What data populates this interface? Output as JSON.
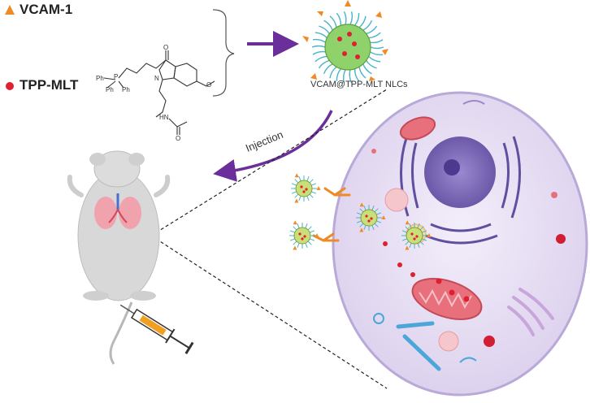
{
  "legend": {
    "vcam_label": "VCAM-1",
    "tpp_label": "TPP-MLT",
    "vcam_color": "#f08a24",
    "tpp_color": "#e0202e"
  },
  "chemistry": {
    "ph1": "Ph",
    "ph2": "Ph",
    "ph3": "Ph",
    "p_atom": "P",
    "o_ketone": "O",
    "o_methoxy": "O",
    "n_indole": "N",
    "nh_amide": "HN",
    "o_amide": "O"
  },
  "nanoparticle": {
    "label": "VCAM@TPP-MLT NLCs",
    "core_color": "#8fd16a"
  },
  "injection_label": "Injection",
  "colors": {
    "arrow": "#6a2f9a",
    "cell_fill": "#ece6f5",
    "cell_border": "#b9a9d8",
    "nucleus": "#7d6ab6",
    "mitochondria": "#e8707c"
  }
}
